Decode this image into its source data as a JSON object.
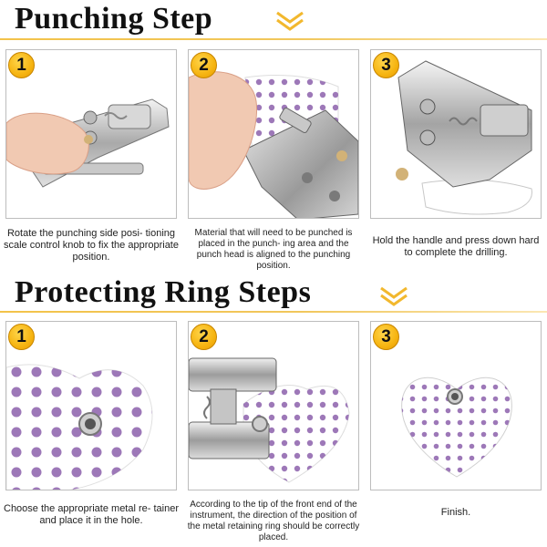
{
  "sections": [
    {
      "title": "Punching Step",
      "steps": [
        {
          "number": "1",
          "caption": "Rotate the punching side posi- tioning scale control knob to fix the appropriate position.",
          "image": "hand-turning-punch-knob"
        },
        {
          "number": "2",
          "caption": "Material that will need to be punched is placed in the punch- ing area and the punch head is aligned to the punching position.",
          "image": "polka-dot-sheet-in-punch"
        },
        {
          "number": "3",
          "caption": "Hold the handle and press down hard to complete the drilling.",
          "image": "punch-pressing-sheet"
        }
      ]
    },
    {
      "title": "Protecting Ring Steps",
      "steps": [
        {
          "number": "1",
          "caption": "Choose the appropriate metal re- tainer and place it in the hole.",
          "image": "heart-with-metal-ring"
        },
        {
          "number": "2",
          "caption": "According to the tip of the front end of the instrument, the direction of the position of the metal retaining ring should be correctly placed.",
          "image": "punch-setting-ring-on-heart"
        },
        {
          "number": "3",
          "caption": "Finish.",
          "image": "finished-heart-tag"
        }
      ]
    }
  ],
  "colors": {
    "accent": "#f6b411",
    "dot": "#9d78b8",
    "line": "#f3c34a"
  }
}
